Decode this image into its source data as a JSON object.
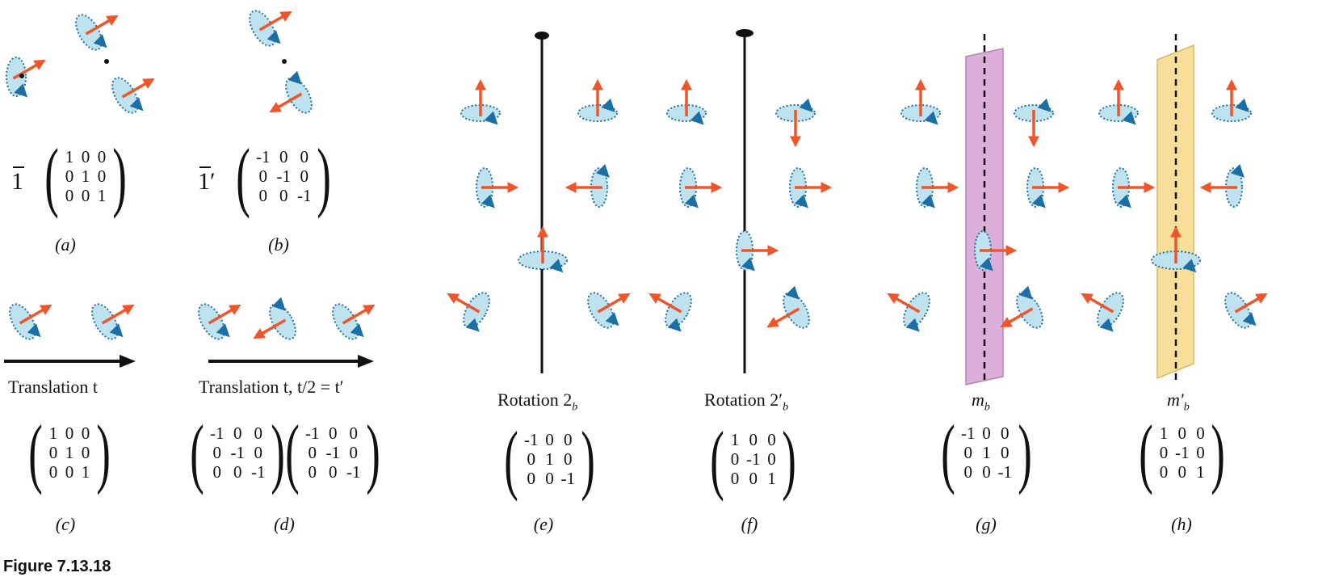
{
  "figure_title": "Figure 7.13.18",
  "panels": {
    "a": {
      "caption": "(a)",
      "symbol": "1",
      "prime": "",
      "matrix": [
        "1",
        "0",
        "0",
        "0",
        "1",
        "0",
        "0",
        "0",
        "1"
      ]
    },
    "b": {
      "caption": "(b)",
      "symbol": "1",
      "prime": "′",
      "matrix": [
        "-1",
        "0",
        "0",
        "0",
        "-1",
        "0",
        "0",
        "0",
        "-1"
      ]
    },
    "c": {
      "caption": "(c)",
      "label": "Translation t",
      "matrix": [
        "1",
        "0",
        "0",
        "0",
        "1",
        "0",
        "0",
        "0",
        "1"
      ]
    },
    "d": {
      "caption": "(d)",
      "label": "Translation t, t/2 = t′",
      "matrix1": [
        "-1",
        "0",
        "0",
        "0",
        "-1",
        "0",
        "0",
        "0",
        "-1"
      ],
      "matrix2": [
        "-1",
        "0",
        "0",
        "0",
        "-1",
        "0",
        "0",
        "0",
        "-1"
      ]
    },
    "e": {
      "caption": "(e)",
      "label": "Rotation 2",
      "sub": "b",
      "matrix": [
        "-1",
        "0",
        "0",
        "0",
        "1",
        "0",
        "0",
        "0",
        "-1"
      ]
    },
    "f": {
      "caption": "(f)",
      "label": "Rotation 2′",
      "sub": "b",
      "matrix": [
        "1",
        "0",
        "0",
        "0",
        "-1",
        "0",
        "0",
        "0",
        "1"
      ]
    },
    "g": {
      "caption": "(g)",
      "label": "m",
      "sub": "b",
      "matrix": [
        "-1",
        "0",
        "0",
        "0",
        "1",
        "0",
        "0",
        "0",
        "-1"
      ]
    },
    "h": {
      "caption": "(h)",
      "label": "m′",
      "sub": "b",
      "matrix": [
        "1",
        "0",
        "0",
        "0",
        "-1",
        "0",
        "0",
        "0",
        "1"
      ]
    }
  },
  "colors": {
    "arrow": "#f0552a",
    "ellipse_fill": "#bfe3ee",
    "ellipse_stroke": "#1f6fa3",
    "spin_arrow": "#1a6fa6",
    "plane_g": "#d9a6d6",
    "plane_h": "#f7dc8e",
    "axis": "#111111"
  }
}
